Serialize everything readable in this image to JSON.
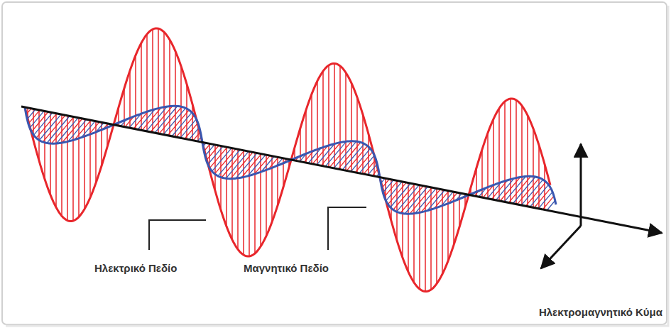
{
  "diagram": {
    "labels": [
      "Ηλεκτρικό Πεδίο",
      "Μαγνητικό Πεδίο",
      "Ηλεκτρομαγνητικό Κύμα"
    ]
  }
}
